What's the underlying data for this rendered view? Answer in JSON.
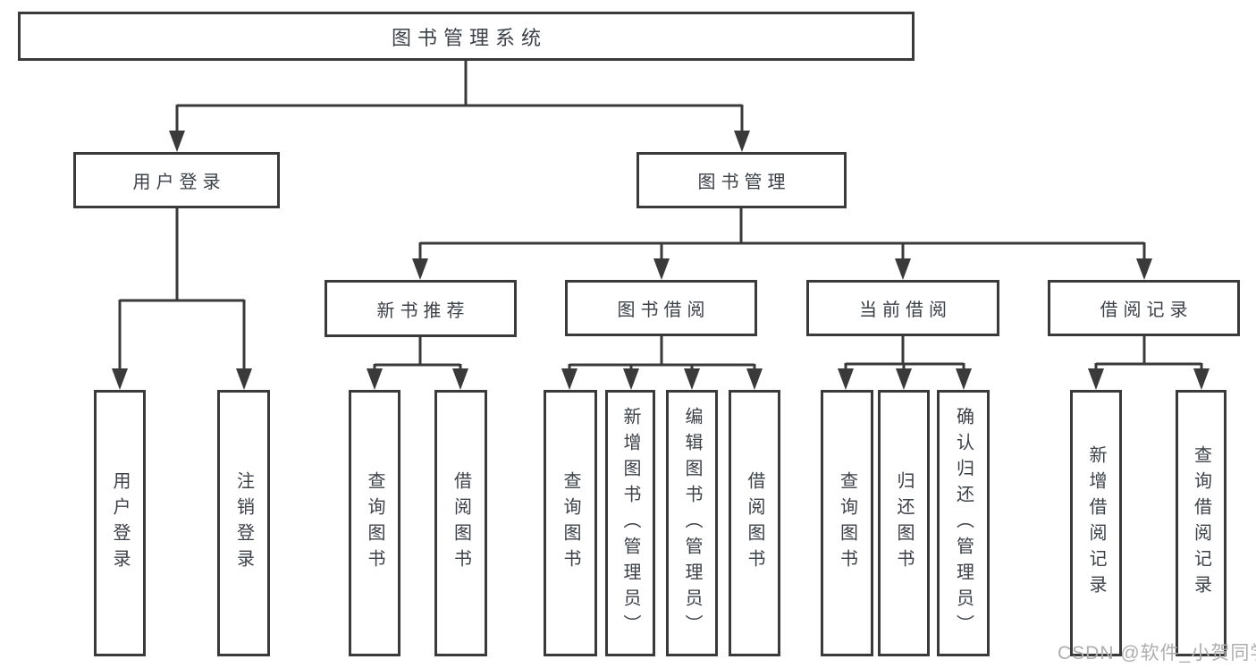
{
  "diagram_title": "图书管理系统",
  "nodes": {
    "root": {
      "label": "图书管理系统"
    },
    "level2": [
      {
        "label": "用户登录"
      },
      {
        "label": "图书管理"
      }
    ],
    "level3": [
      {
        "label": "新书推荐"
      },
      {
        "label": "图书借阅"
      },
      {
        "label": "当前借阅"
      },
      {
        "label": "借阅记录"
      }
    ]
  },
  "leaves": [
    {
      "label": "用户登录",
      "parent": "用户登录"
    },
    {
      "label": "注销登录",
      "parent": "用户登录"
    },
    {
      "label": "查询图书",
      "parent": "新书推荐"
    },
    {
      "label": "借阅图书",
      "parent": "新书推荐"
    },
    {
      "label": "查询图书",
      "parent": "图书借阅"
    },
    {
      "label": "新增图书（管理员）",
      "parent": "图书借阅"
    },
    {
      "label": "编辑图书（管理员）",
      "parent": "图书借阅"
    },
    {
      "label": "借阅图书",
      "parent": "图书借阅"
    },
    {
      "label": "查询图书",
      "parent": "当前借阅"
    },
    {
      "label": "归还图书",
      "parent": "当前借阅"
    },
    {
      "label": "确认归还（管理员）",
      "parent": "当前借阅"
    },
    {
      "label": "新增借阅记录",
      "parent": "借阅记录"
    },
    {
      "label": "查询借阅记录",
      "parent": "借阅记录"
    }
  ],
  "watermark": {
    "text": "CSDN @软件_小贺同学"
  },
  "colors": {
    "line": "#3a3a3a",
    "text": "#3c4148",
    "watermark": "#aeaeae",
    "background": "#ffffff"
  }
}
